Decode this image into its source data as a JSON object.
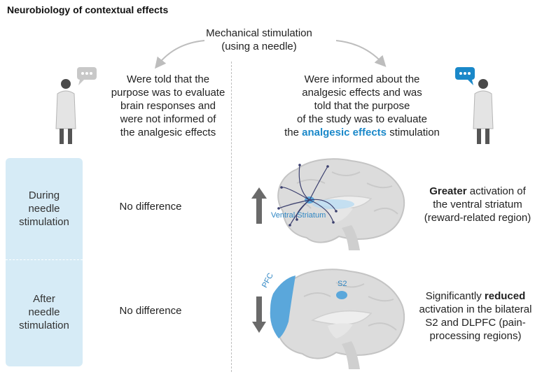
{
  "title": "Neurobiology of contextual effects",
  "stimulus": {
    "line1": "Mechanical stimulation",
    "line2": "(using a needle)"
  },
  "left_group": {
    "lines": [
      "Were told that the",
      "purpose was to evaluate",
      "brain responses and",
      "were not informed of",
      "the analgesic effects"
    ]
  },
  "right_group": {
    "lines": [
      "Were informed about the",
      "analgesic effects and was",
      "told that the purpose",
      "of the study was to evaluate"
    ],
    "last_prefix": "the ",
    "last_highlight": "analgesic effects",
    "last_suffix": " stimulation"
  },
  "phases": {
    "during": [
      "During",
      "needle",
      "stimulation"
    ],
    "after": [
      "After",
      "needle",
      "stimulation"
    ]
  },
  "left_results": {
    "during": "No difference",
    "after": "No difference"
  },
  "brain_labels": {
    "ventral_striatum": "Ventral Striatum",
    "pfc": "PFC",
    "s2": "S2"
  },
  "right_results": {
    "during_bold": "Greater",
    "during_rest1": " activation of",
    "during_line2": "the ventral striatum",
    "during_line3": "(reward-related region)",
    "after_line1_prefix": "Significantly ",
    "after_line1_bold": "reduced",
    "after_line2": "activation in the bilateral",
    "after_line3": "S2 and DLPFC (pain-",
    "after_line4": "processing regions)"
  },
  "colors": {
    "accent_blue": "#1a88c9",
    "panel_blue": "#d6ebf6",
    "region_blue": "#5aa7db"
  }
}
